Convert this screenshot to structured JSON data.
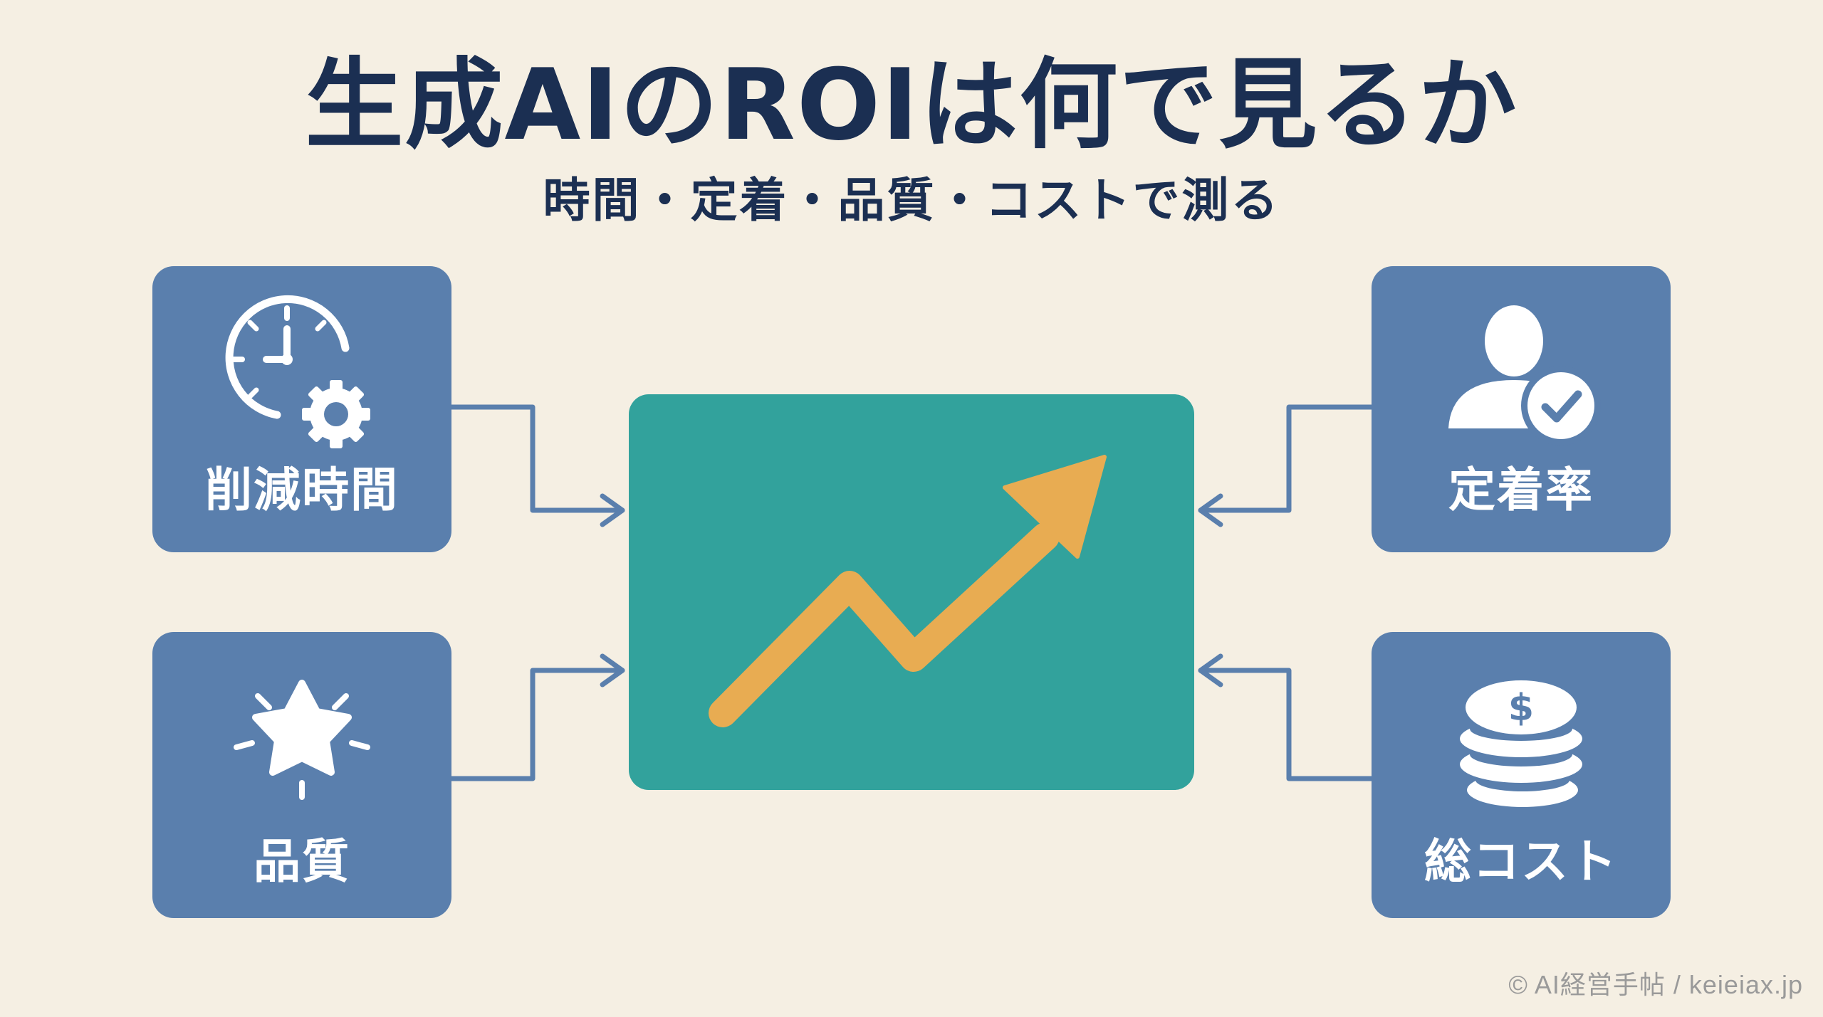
{
  "header": {
    "title": "生成AIのROIは何で見るか",
    "subtitle": "時間・定着・品質・コストで測る"
  },
  "cards": {
    "time": {
      "label": "削減時間",
      "icon": "clock-gear-icon"
    },
    "quality": {
      "label": "品質",
      "icon": "star-icon"
    },
    "retention": {
      "label": "定着率",
      "icon": "user-check-icon"
    },
    "cost": {
      "label": "総コスト",
      "icon": "coins-icon"
    }
  },
  "center": {
    "icon": "trend-up-arrow-icon"
  },
  "footer": {
    "credit": "© AI経営手帖 / keieiax.jp"
  },
  "colors": {
    "background": "#f5efe3",
    "title": "#1b2f52",
    "card": "#5a7fad",
    "center": "#32a29c",
    "arrow": "#e8ac52",
    "connector": "#5a7fad"
  }
}
